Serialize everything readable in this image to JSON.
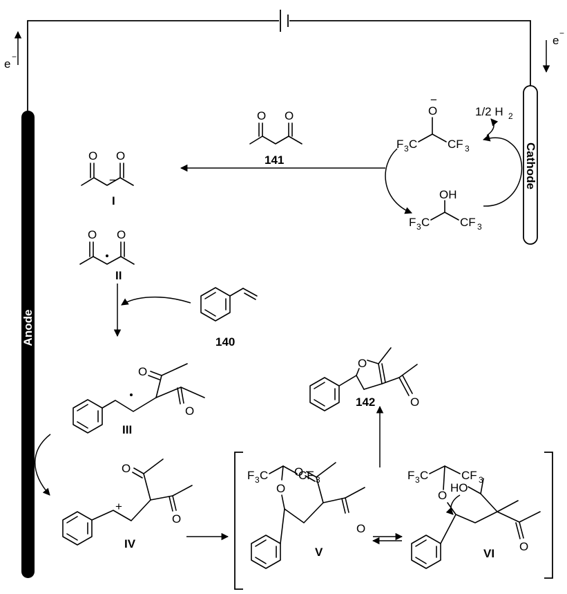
{
  "electrodes": {
    "anode": "Anode",
    "cathode": "Cathode"
  },
  "electron": {
    "left": "e",
    "right": "e",
    "charge": "−"
  },
  "reagents": {
    "hydrogen": "1/2 H",
    "hydrogen_sub": "2",
    "alkoxide_oxygen": "O",
    "alkoxide_charge": "−",
    "hfip_oh": "OH",
    "cf3_left": "F",
    "cf3_left_sub": "3",
    "cf3_left_tail": "C",
    "cf3_right": "CF",
    "cf3_right_sub": "3"
  },
  "labels": {
    "acac": "141",
    "anion": "I",
    "radical": "II",
    "styrene": "140",
    "benzyl_radical": "III",
    "cation": "IV",
    "ether": "V",
    "hemiketal": "VI",
    "product": "142"
  },
  "atoms": {
    "oxygen": "O",
    "plus": "+",
    "minus": "−",
    "ho": "HO"
  }
}
